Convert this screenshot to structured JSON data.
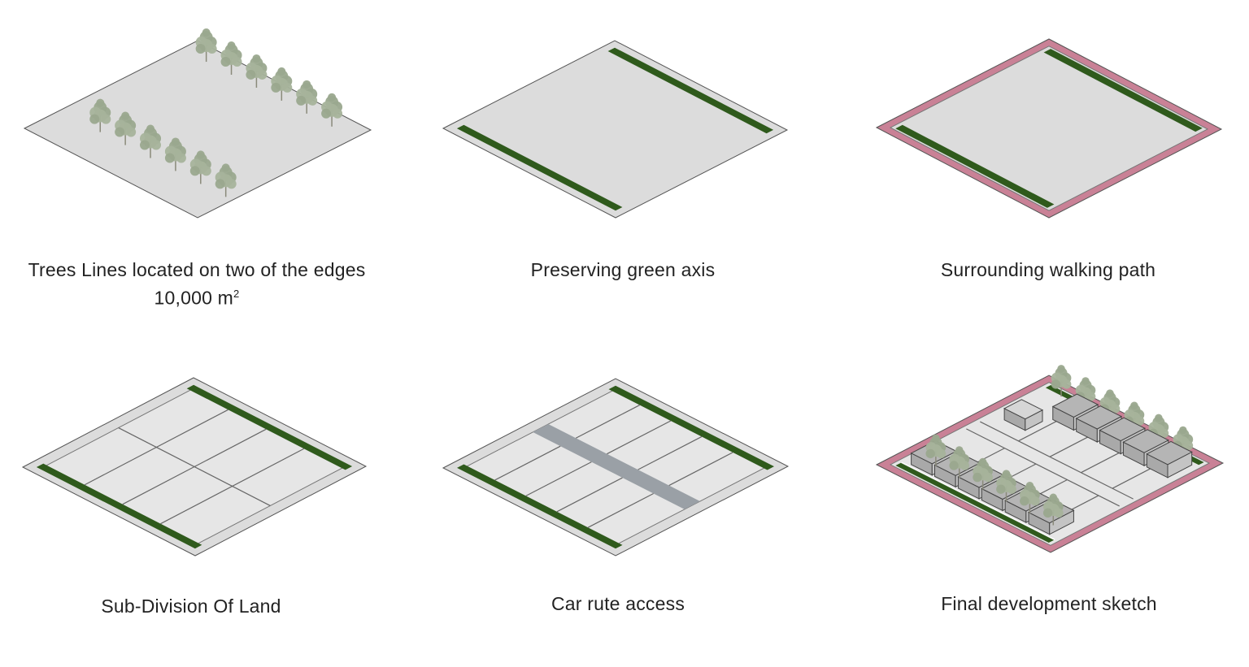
{
  "panels": [
    {
      "id": "trees",
      "caption": "Trees Lines located on two of the edges",
      "area_value": "10,000 m",
      "area_unit_exp": "2"
    },
    {
      "id": "green",
      "caption": "Preserving green axis"
    },
    {
      "id": "path",
      "caption": "Surrounding walking path"
    },
    {
      "id": "subdiv",
      "caption": "Sub-Division Of Land"
    },
    {
      "id": "car",
      "caption": "Car rute access"
    },
    {
      "id": "final",
      "caption": "Final development sketch"
    }
  ],
  "colors": {
    "plot": "#dcdcdc",
    "plot_inner": "#e6e6e6",
    "edge": "#555555",
    "green": "#2f5a1c",
    "path": "#c98196",
    "road": "#9aa0a6",
    "building": "#b5b5b5",
    "tree": "#9aa88e"
  }
}
